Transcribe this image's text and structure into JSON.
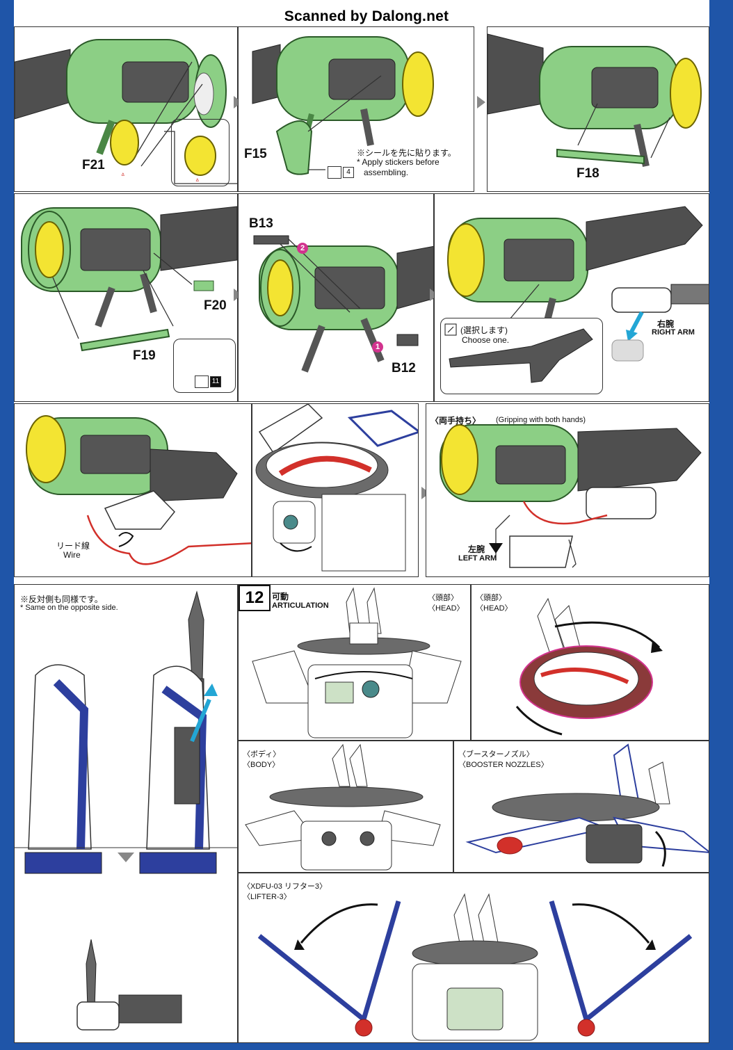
{
  "watermark": "Scanned by Dalong.net",
  "row1": {
    "p1_part": "F21",
    "p2_part": "F15",
    "p2_note_jp": "※シールを先に貼ります。",
    "p2_note_en1": "* Apply stickers before",
    "p2_note_en2": "assembling.",
    "p2_sticker": "4",
    "p3_part": "F18"
  },
  "row2": {
    "p1_part_a": "F20",
    "p1_part_b": "F19",
    "p1_sticker": "11",
    "p2_part_a": "B13",
    "p2_part_b": "B12",
    "p2_step1": "1",
    "p2_step2": "2",
    "p3_choose_jp": "(選択します)",
    "p3_choose_en": "Choose one.",
    "p3_arm_jp": "右腕",
    "p3_arm_en": "RIGHT ARM"
  },
  "row3": {
    "wire_jp": "リード線",
    "wire_en": "Wire",
    "grip_jp": "〈両手持ち〉",
    "grip_en": "(Gripping with both hands)",
    "arm_jp": "左腕",
    "arm_en": "LEFT ARM"
  },
  "row4": {
    "note_jp": "※反対側も同様です。",
    "note_en": "* Same on the opposite side.",
    "step_num": "12",
    "artic_jp": "可動",
    "artic_en": "ARTICULATION",
    "head_jp_1": "〈頭部〉",
    "head_en_1": "〈HEAD〉",
    "head_jp_2": "〈頭部〉",
    "head_en_2": "〈HEAD〉",
    "body_jp": "〈ボディ〉",
    "body_en": "〈BODY〉",
    "booster_jp": "〈ブースターノズル〉",
    "booster_en": "〈BOOSTER NOZZLES〉",
    "lifter_jp": "〈XDFU-03 リフター3〉",
    "lifter_en": "〈LIFTER-3〉"
  },
  "colors": {
    "border": "#1f55a8",
    "green": "#8ccf85",
    "yellow": "#f3e432",
    "gray": "#5a5a5a",
    "red": "#d2302a",
    "blue": "#2d3f9e",
    "pink": "#d2338e",
    "cyan": "#23a6d5"
  }
}
